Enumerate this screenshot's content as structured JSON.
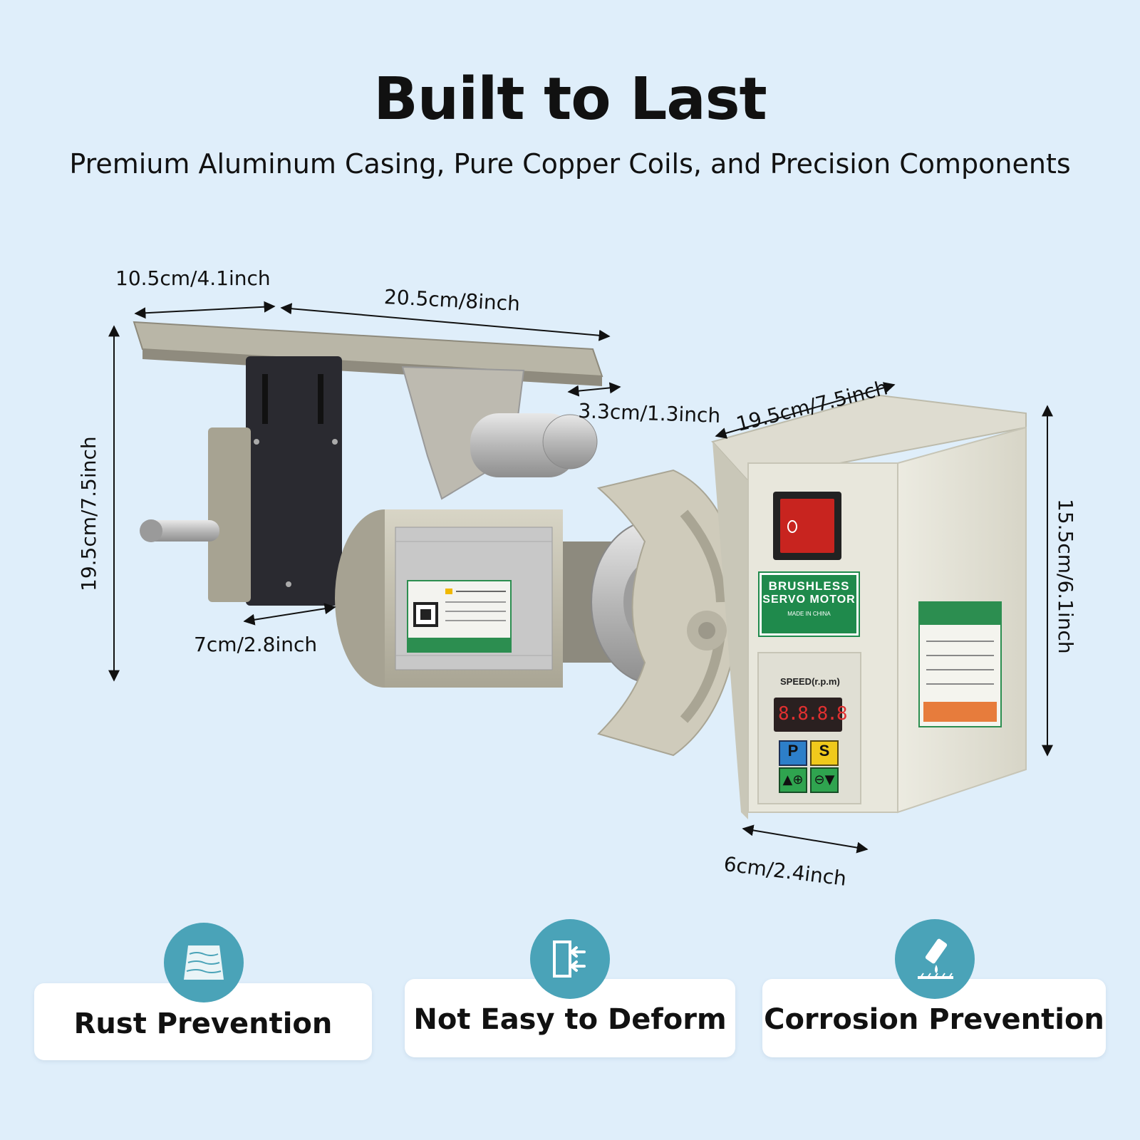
{
  "header": {
    "title": "Built to Last",
    "subtitle": "Premium Aluminum Casing, Pure Copper Coils, and Precision Components"
  },
  "dimensions": {
    "plate_width": "10.5cm/4.1inch",
    "plate_length": "20.5cm/8inch",
    "height_total": "19.5cm/7.5inch",
    "offset": "3.3cm/1.3inch",
    "bracket": "7cm/2.8inch",
    "box_length": "19.5cm/7.5inch",
    "box_height": "15.5cm/6.1inch",
    "box_width": "6cm/2.4inch"
  },
  "control_box": {
    "brand_line1": "BRUSHLESS",
    "brand_line2": "SERVO MOTOR",
    "made_in": "MADE IN CHINA",
    "speed_label": "SPEED(r.p.m)",
    "display": "8.8.8.8",
    "btn_p": "P",
    "btn_s": "S"
  },
  "features": [
    {
      "label": "Rust Prevention",
      "icon": "rust-plate-icon"
    },
    {
      "label": "Not Easy to Deform",
      "icon": "deform-arrows-icon"
    },
    {
      "label": "Corrosion Prevention",
      "icon": "corrosion-drop-icon"
    }
  ],
  "colors": {
    "background": "#dfeefa",
    "badge": "#4aa3b8",
    "motor_body": "#c9c5b3",
    "brand_green": "#1f8a4c"
  }
}
